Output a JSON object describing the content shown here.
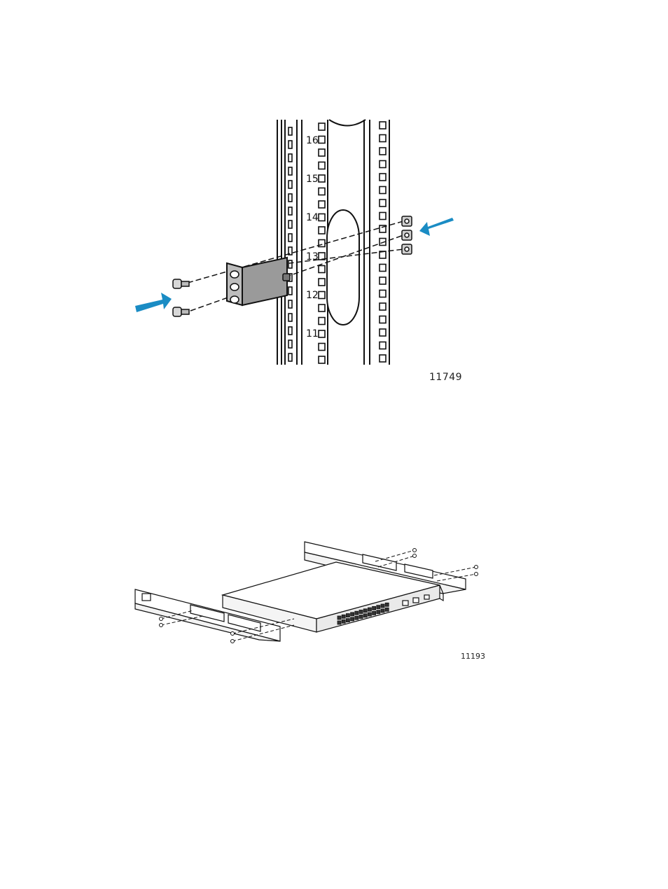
{
  "figures": [
    {
      "id_label": "11749",
      "unit_labels": [
        "16",
        "15",
        "14",
        "13",
        "12",
        "11"
      ],
      "arrow_color": "#1a8cc4",
      "bracket_color": "#9a9a9a"
    },
    {
      "id_label": "11193"
    }
  ]
}
